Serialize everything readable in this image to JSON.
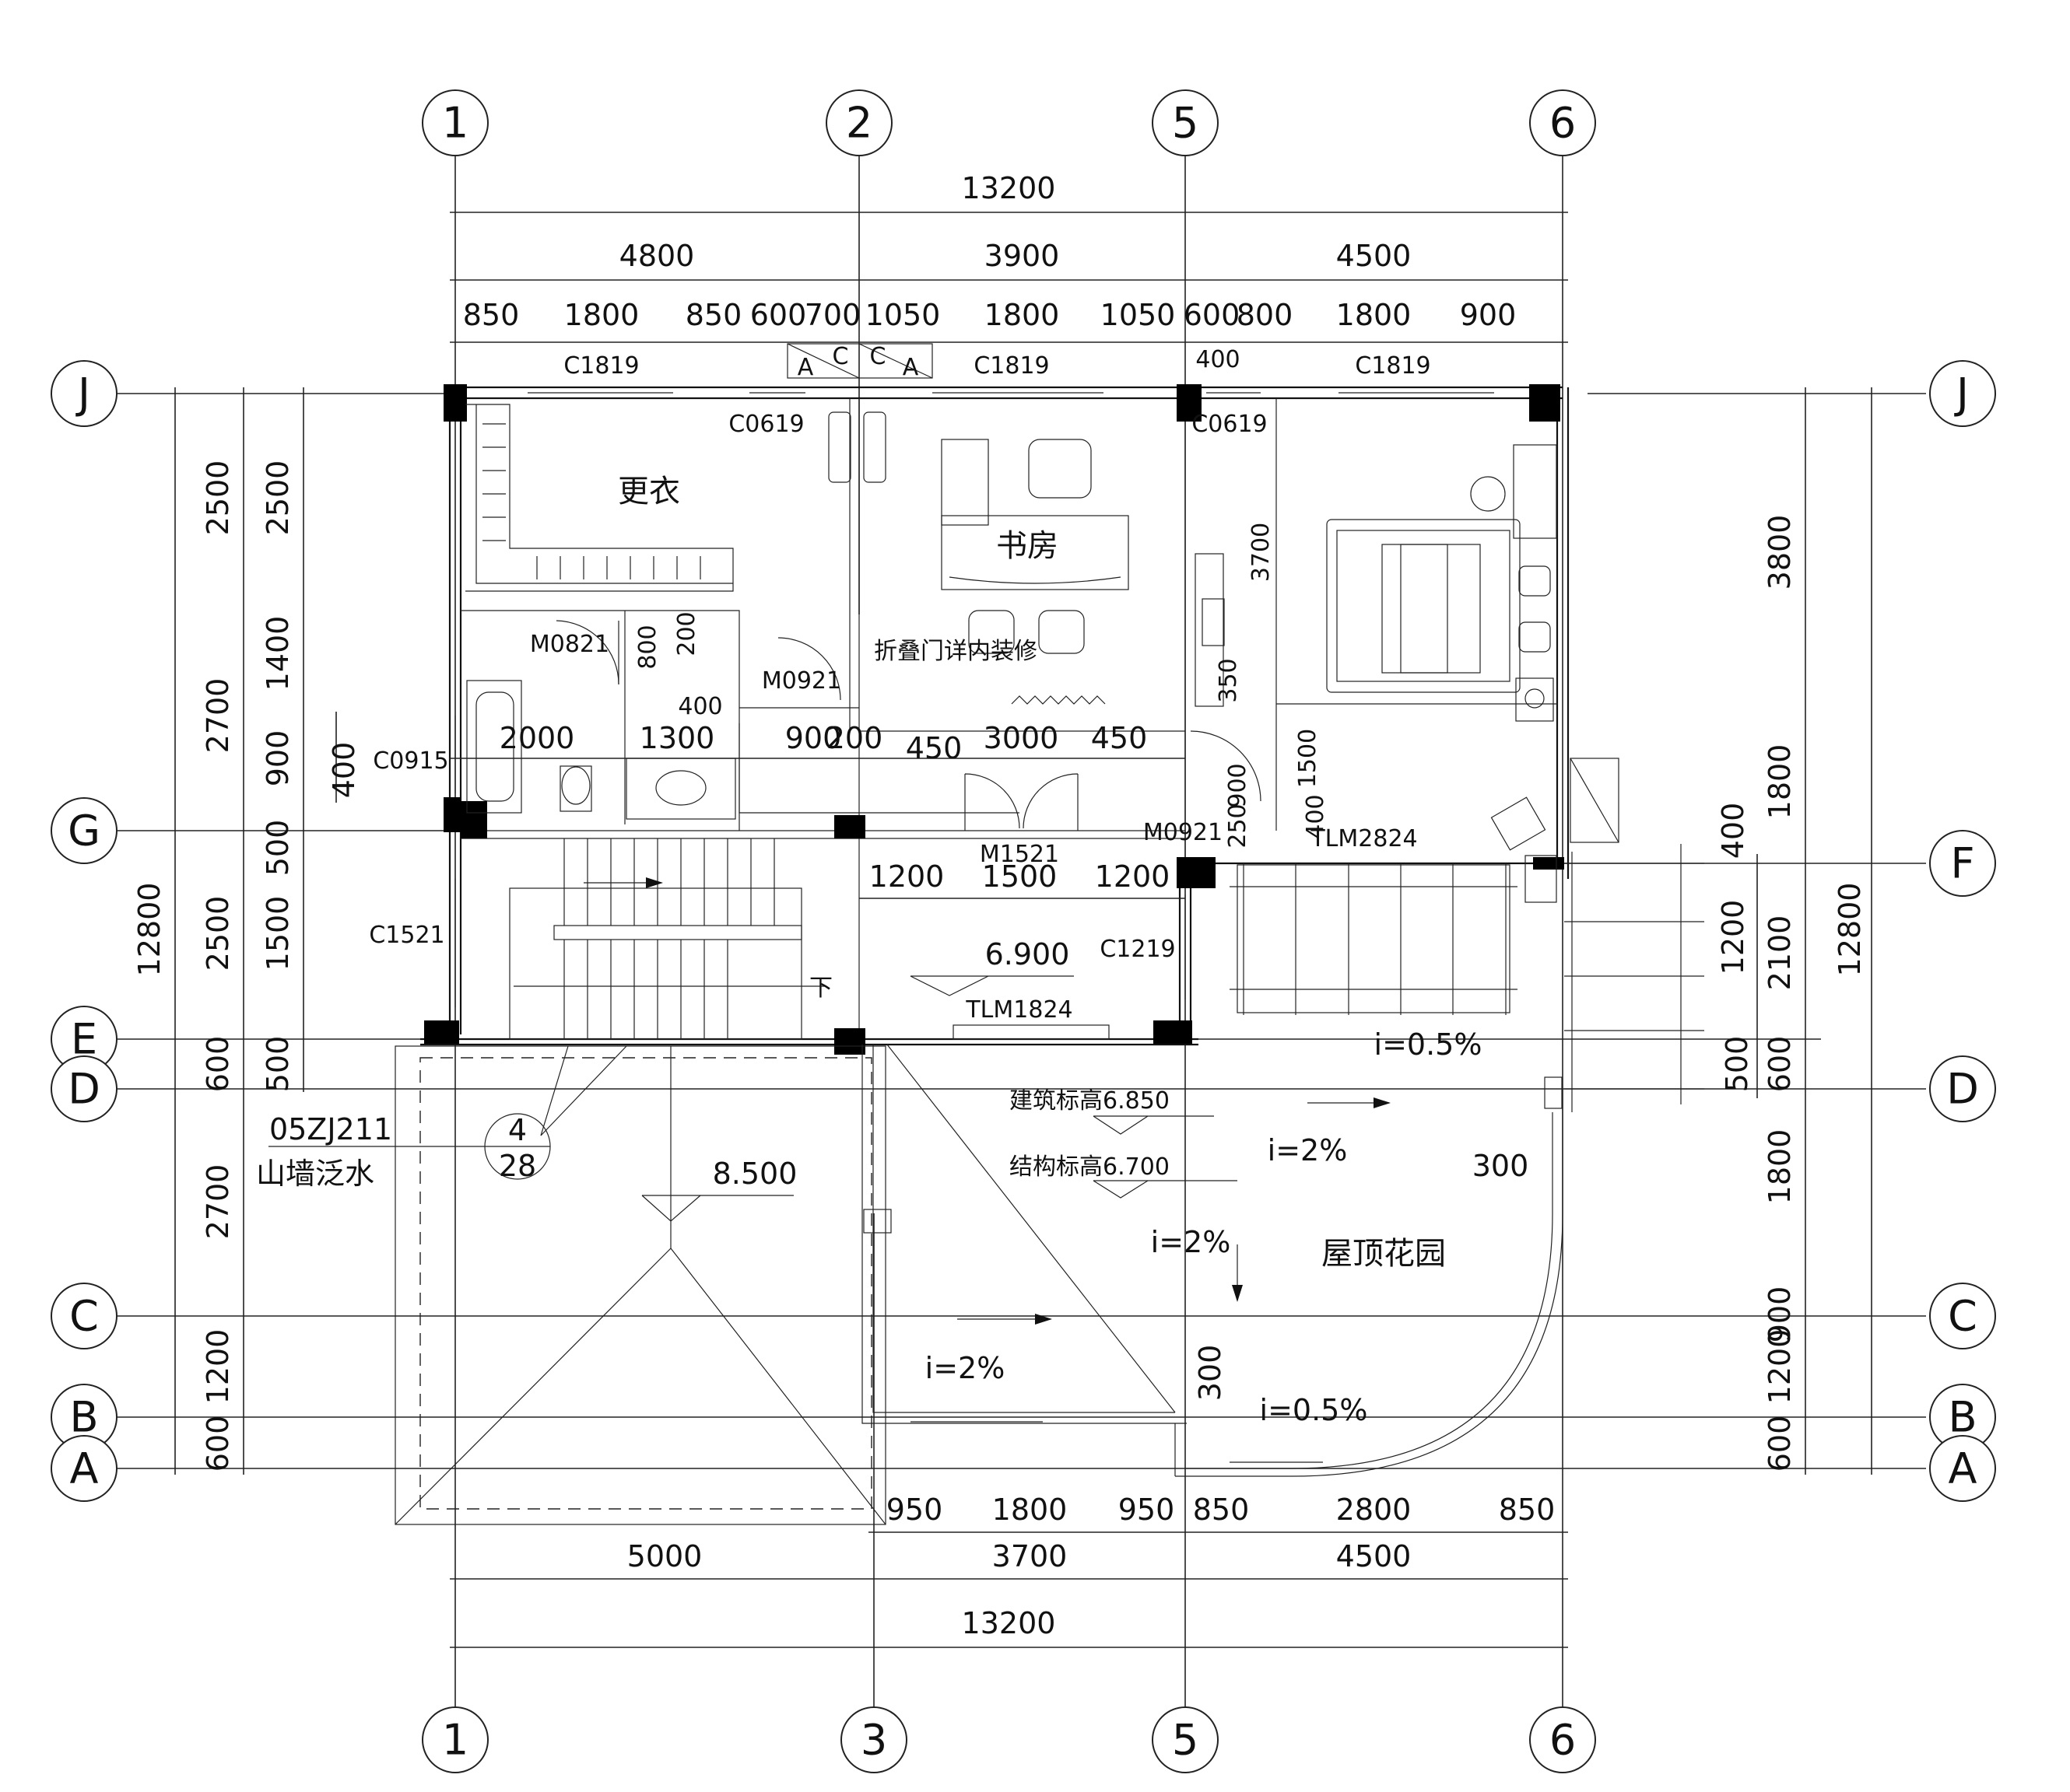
{
  "axes": {
    "top": [
      "1",
      "2",
      "5",
      "6"
    ],
    "bottom": [
      "1",
      "3",
      "5",
      "6"
    ],
    "left": [
      "J",
      "G",
      "E",
      "D",
      "C",
      "B",
      "A"
    ],
    "right": [
      "J",
      "F",
      "D",
      "C",
      "B",
      "A"
    ]
  },
  "dims": {
    "top_total": "13200",
    "top_mid": [
      "4800",
      "3900",
      "4500"
    ],
    "top_detail": [
      "850",
      "1800",
      "850",
      "600",
      "700",
      "1050",
      "1800",
      "1050",
      "600",
      "800",
      "1800",
      "900"
    ],
    "top_inner": "400",
    "bottom_detail": [
      "950",
      "1800",
      "950",
      "850",
      "2800",
      "850"
    ],
    "bottom_mid": [
      "5000",
      "3700",
      "4500"
    ],
    "bottom_total": "13200",
    "left_outer_total": "12800",
    "left_outer": [
      "2500",
      "2700",
      "2500",
      "600",
      "2700",
      "1200",
      "600"
    ],
    "left_inner": [
      "2500",
      "1400",
      "900",
      "500",
      "1500",
      "500"
    ],
    "left_detail": [
      "400"
    ],
    "right_outer_total": "12800",
    "right_mid": [
      "3800",
      "1800",
      "400",
      "2100",
      "600",
      "1800",
      "900",
      "1200",
      "600"
    ],
    "right_inner": [
      "1200",
      "500"
    ],
    "interior": [
      "800",
      "200",
      "400",
      "2000",
      "1300",
      "900",
      "200",
      "450",
      "3000",
      "450",
      "1200",
      "1500",
      "1200",
      "3700",
      "350",
      "1500",
      "900",
      "250",
      "400",
      "300",
      "300"
    ]
  },
  "labels": {
    "windows": [
      "C1819",
      "C1819",
      "C1819",
      "C0619",
      "C0619",
      "C0915",
      "C1521",
      "C1219"
    ],
    "doors": [
      "M0821",
      "M0921",
      "M0921",
      "M1521",
      "TLM2824",
      "TLM1824"
    ],
    "rooms": {
      "dressing": "更衣",
      "study": "书房",
      "garden": "屋顶花园"
    },
    "folding_door": "折叠门详内装修",
    "stair_down": "下",
    "detail_ref": {
      "code": "05ZJ211",
      "desc": "山墙泛水",
      "num": "4",
      "sheet": "28"
    },
    "elev_floor": "6.900",
    "elev_ridge": "8.500",
    "elev_arch": "建筑标高6.850",
    "elev_struct": "结构标高6.700",
    "slopes": [
      "i=2%",
      "i=2%",
      "i=2%",
      "i=0.5%",
      "i=0.5%"
    ],
    "ac": [
      "A",
      "C",
      "C",
      "A"
    ]
  }
}
